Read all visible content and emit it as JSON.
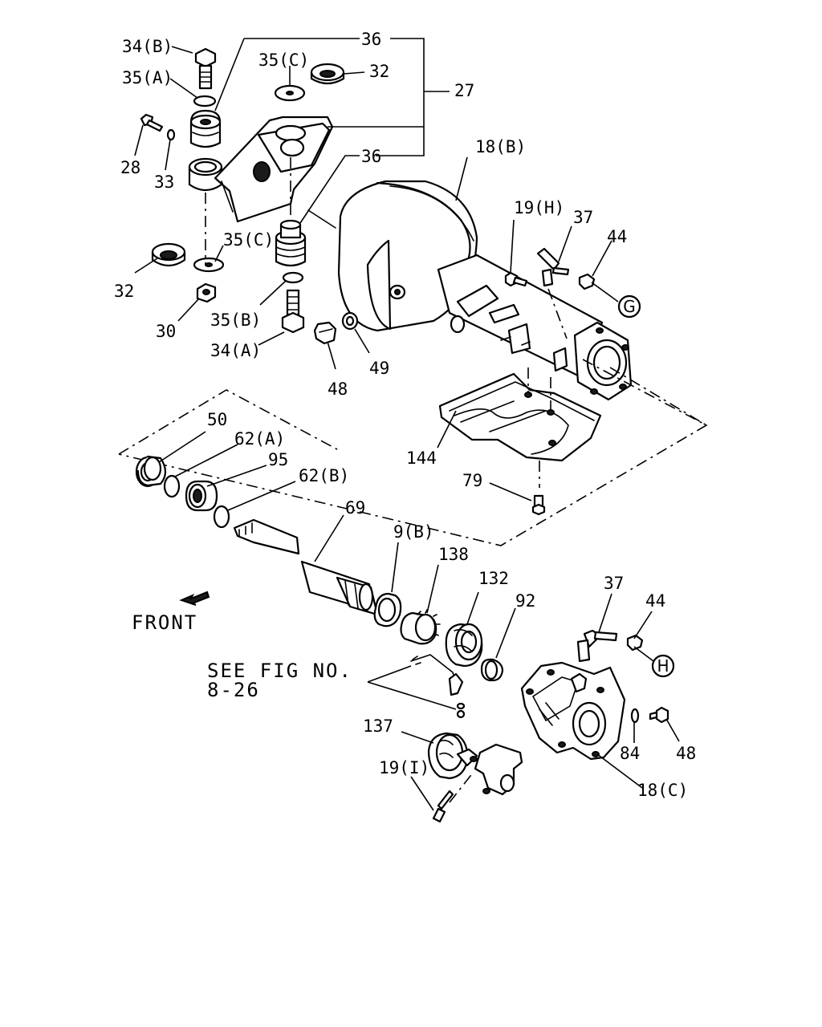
{
  "callouts": {
    "c34b": "34(B)",
    "c35a": "35(A)",
    "c36a": "36",
    "c35c_top": "35(C)",
    "c32_top": "32",
    "c27": "27",
    "c28": "28",
    "c33": "33",
    "c36b": "36",
    "c18b": "18(B)",
    "c35c_mid": "35(C)",
    "c32_left": "32",
    "c30": "30",
    "c35b": "35(B)",
    "c34a": "34(A)",
    "c48_top": "48",
    "c49": "49",
    "c19h": "19(H)",
    "c37_top": "37",
    "c44_top": "44",
    "c144": "144",
    "c79": "79",
    "c50": "50",
    "c62a": "62(A)",
    "c95": "95",
    "c62b": "62(B)",
    "c69": "69",
    "c9b": "9(B)",
    "c138": "138",
    "c132": "132",
    "c92": "92",
    "c37_bot": "37",
    "c44_bot": "44",
    "c137": "137",
    "c19i": "19(I)",
    "c84": "84",
    "c48_bot": "48",
    "c18c": "18(C)"
  },
  "connectors": {
    "G": "G",
    "H": "H"
  },
  "front_label": "FRONT",
  "see_fig": {
    "line1": "SEE FIG NO.",
    "line2": "8-26"
  }
}
